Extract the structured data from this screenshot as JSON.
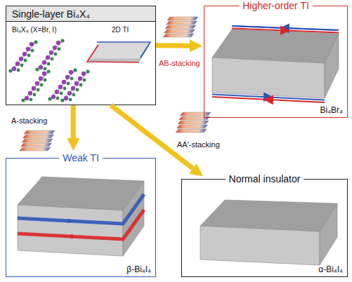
{
  "diagram": {
    "nodes": [
      {
        "text": [
          "Single-layer Bi₄X₄",
          "Bi₄X₄ (X=Br, I)",
          "2D TI"
        ]
      },
      {
        "text": [
          "Higher-order TI",
          "Bi₄Br₄"
        ]
      },
      {
        "text": [
          "Weak TI",
          "β-Bi₄I₄"
        ]
      },
      {
        "text": [
          "Normal insulator",
          "α-Bi₄I₄"
        ]
      }
    ],
    "edges": [
      {
        "from": 0,
        "to": 1,
        "arrow": "to",
        "label": "AB-stacking"
      },
      {
        "from": 0,
        "to": 2,
        "arrow": "to",
        "label": "A-stacking"
      },
      {
        "from": 0,
        "to": 3,
        "arrow": "to",
        "label": "AA′-stacking"
      }
    ]
  }
}
